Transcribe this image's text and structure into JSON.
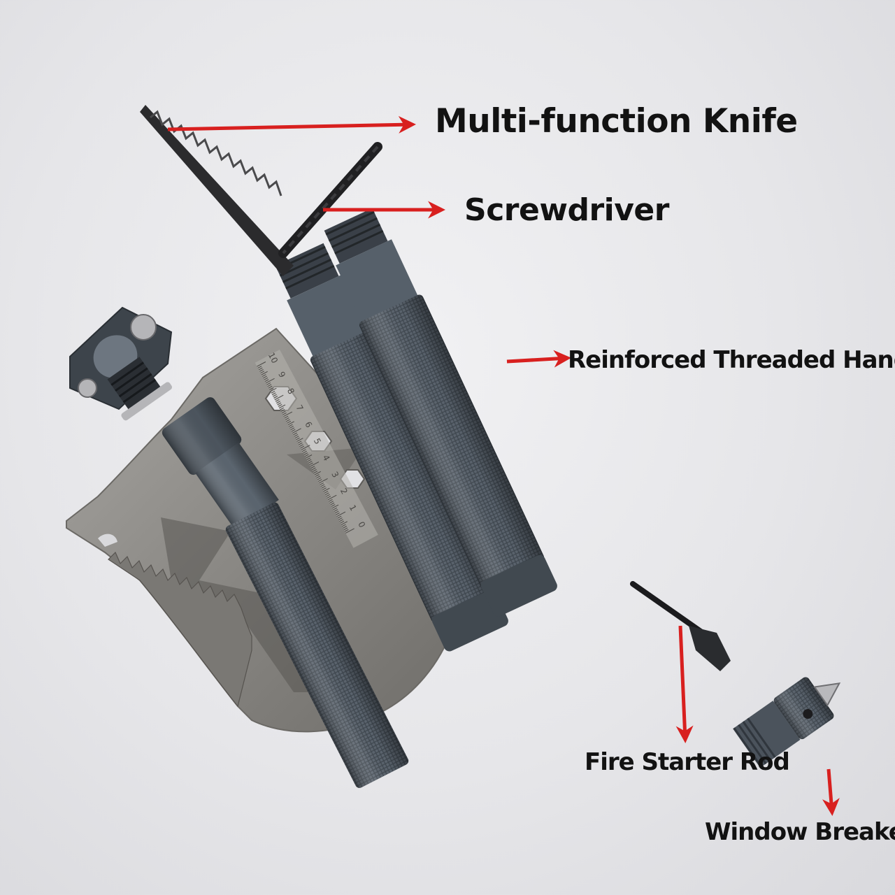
{
  "labels": {
    "knife": "Multi-function Knife",
    "screwdriver": "Screwdriver",
    "handle": "Reinforced Threaded Handle",
    "fire_starter": "Fire Starter Rod",
    "window_breaker": "Window Breaker"
  },
  "ruler_numbers": [
    "10",
    "9",
    "8",
    "7",
    "6",
    "5",
    "4",
    "3",
    "2",
    "1",
    "0"
  ],
  "colors": {
    "arrow": "#d8201f",
    "background": "#e6e6e9",
    "metal_dark": "#4f5862",
    "blade_steel": "#8c8a86"
  }
}
